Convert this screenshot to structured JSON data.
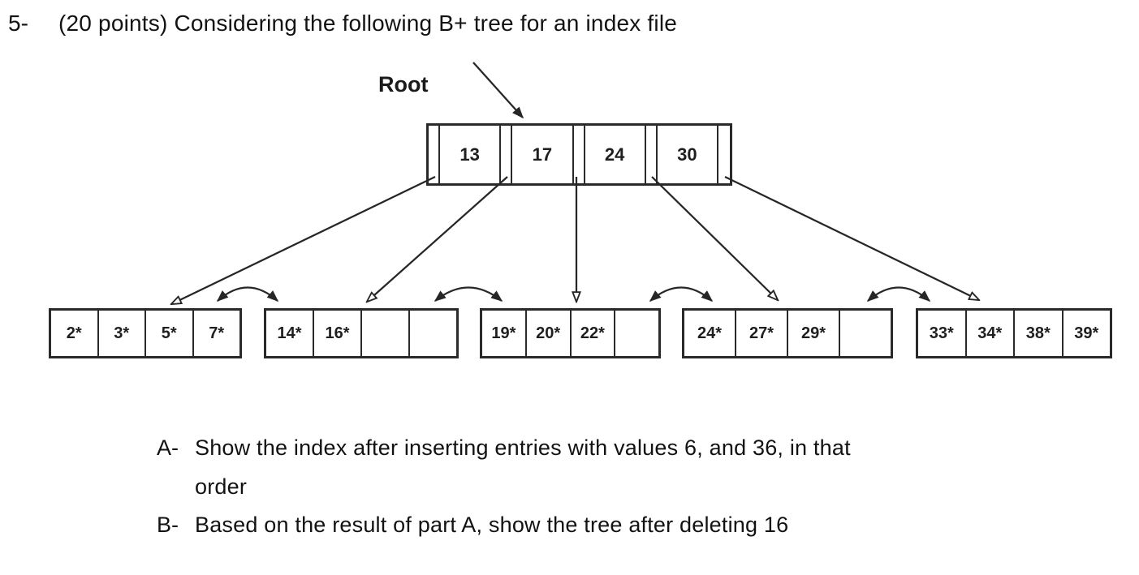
{
  "title": {
    "number": "5-",
    "text": "(20 points) Considering the following B+ tree for an index file"
  },
  "diagram": {
    "root_label": "Root",
    "root_keys": [
      "13",
      "17",
      "24",
      "30"
    ],
    "leaves": [
      {
        "cells": [
          "2*",
          "3*",
          "5*",
          "7*"
        ]
      },
      {
        "cells": [
          "14*",
          "16*",
          "",
          ""
        ]
      },
      {
        "cells": [
          "19*",
          "20*",
          "22*",
          ""
        ]
      },
      {
        "cells": [
          "24*",
          "27*",
          "29*",
          ""
        ]
      },
      {
        "cells": [
          "33*",
          "34*",
          "38*",
          "39*"
        ]
      }
    ]
  },
  "questions": {
    "a_label": "A-",
    "a_line1": "Show the index after inserting entries with values 6, and 36, in that",
    "a_line2": "order",
    "b_label": "B-",
    "b_line1": "Based on the result of part A, show the tree after deleting 16"
  },
  "colors": {
    "ink": "#262626",
    "background": "#ffffff"
  }
}
